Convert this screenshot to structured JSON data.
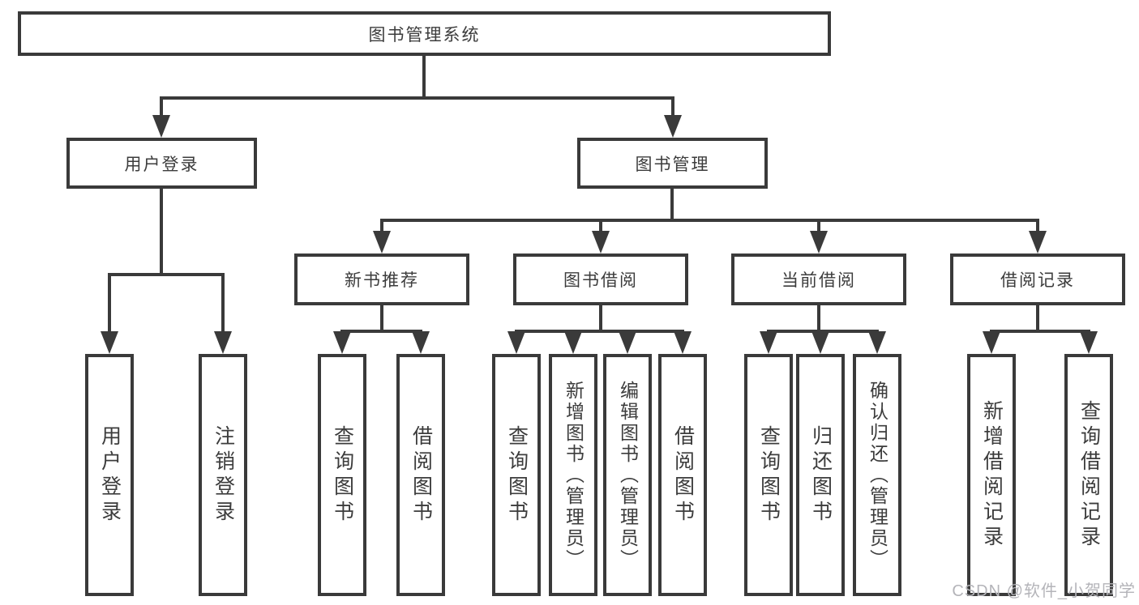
{
  "diagram": {
    "root": {
      "label": "图书管理系统"
    },
    "level2": [
      {
        "label": "用户登录"
      },
      {
        "label": "图书管理"
      }
    ],
    "level3": [
      {
        "label": "新书推荐"
      },
      {
        "label": "图书借阅"
      },
      {
        "label": "当前借阅"
      },
      {
        "label": "借阅记录"
      }
    ],
    "children": {
      "user_login": [
        "用户登录",
        "注销登录"
      ],
      "new_book_recommend": [
        "查询图书",
        "借阅图书"
      ],
      "book_borrow": [
        "查询图书",
        "新增图书（管理员）",
        "编辑图书（管理员）",
        "借阅图书"
      ],
      "current_borrow": [
        "查询图书",
        "归还图书",
        "确认归还（管理员）"
      ],
      "borrow_records": [
        "新增借阅记录",
        "查询借阅记录"
      ]
    }
  },
  "watermark": {
    "text": "CSDN @软件_小贺同学"
  },
  "colors": {
    "line": "#3a3a3a",
    "text": "#3c3c3c",
    "watermark": "#b4b4b9",
    "background": "#ffffff"
  }
}
